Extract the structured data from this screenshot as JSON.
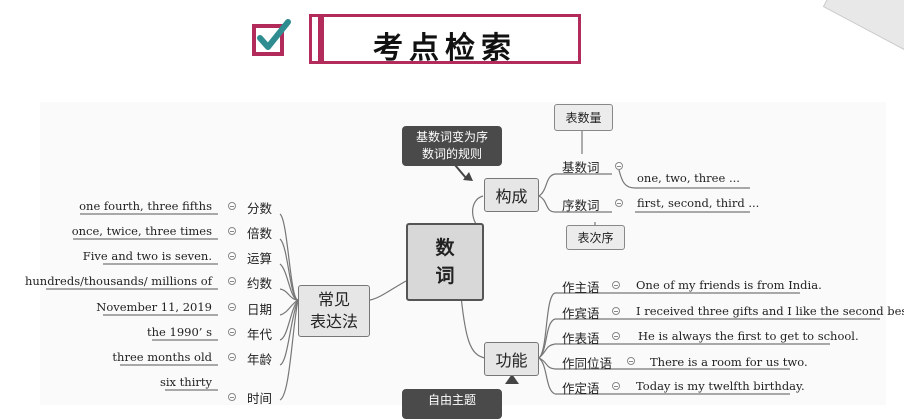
{
  "header": {
    "title": "考点检索"
  },
  "colors": {
    "accent": "#b32b5a"
  },
  "diagram": {
    "central": "数\n词",
    "branches": {
      "composition": {
        "label": "构成",
        "callout": "基数词变为序\n数词的规则"
      },
      "usage": {
        "label": "常见\n表达法"
      },
      "function": {
        "label": "功能",
        "callout": "自由主题"
      }
    },
    "composition_items": [
      {
        "label": "基数词",
        "example": "one, two, three ..."
      },
      {
        "label": "序数词",
        "example": "first, second, third ..."
      }
    ],
    "tags": {
      "cardinal": "表数量",
      "ordinal": "表次序"
    },
    "usage_items": [
      {
        "label": "分数",
        "example": "one fourth,  three fifths"
      },
      {
        "label": "倍数",
        "example": "once,  twice,  three times"
      },
      {
        "label": "运算",
        "example": "Five and two is seven."
      },
      {
        "label": "约数",
        "example": "hundreds/thousands/ millions of"
      },
      {
        "label": "日期",
        "example": "November 11, 2019"
      },
      {
        "label": "年代",
        "example": "the 1990’ s"
      },
      {
        "label": "年龄",
        "example": "three months old"
      },
      {
        "label": "时间",
        "example": "six thirty"
      }
    ],
    "function_items": [
      {
        "label": "作主语",
        "example": "One of my friends is from India."
      },
      {
        "label": "作宾语",
        "example": "I received three gifts and I like the second best."
      },
      {
        "label": "作表语",
        "example": "He is always the first to get to school."
      },
      {
        "label": "作同位语",
        "example": "There is a room for us two."
      },
      {
        "label": "作定语",
        "example": "Today is my twelfth birthday."
      }
    ]
  }
}
